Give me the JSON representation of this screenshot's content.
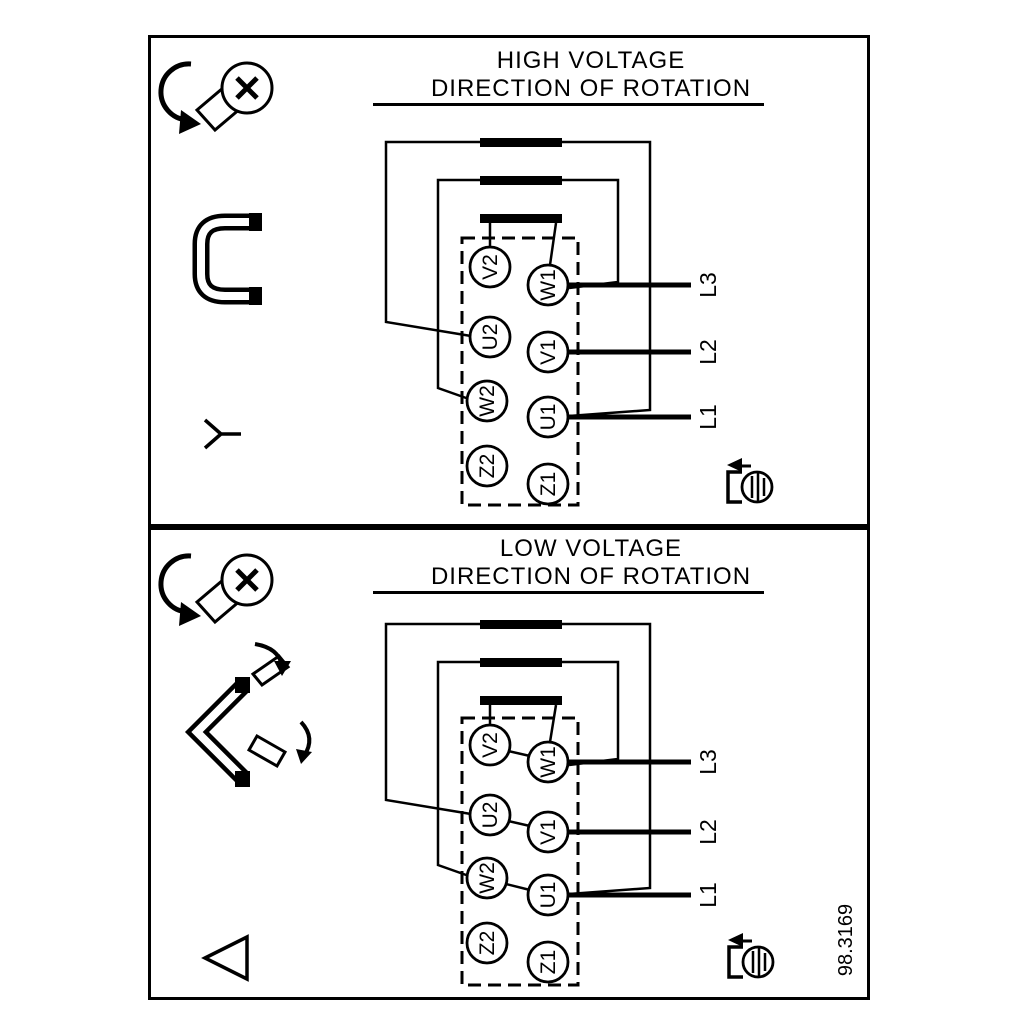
{
  "ref_number": "98.3169",
  "panels": [
    {
      "id": "high-voltage",
      "title_line1": "HIGH VOLTAGE",
      "title_line2": "DIRECTION OF ROTATION",
      "connection": "star",
      "terminals": {
        "left": [
          "V2",
          "U2",
          "W2",
          "Z2"
        ],
        "right": [
          "W1",
          "V1",
          "U1",
          "Z1"
        ]
      },
      "lines": [
        "L3",
        "L2",
        "L1"
      ]
    },
    {
      "id": "low-voltage",
      "title_line1": "LOW VOLTAGE",
      "title_line2": "DIRECTION OF ROTATION",
      "connection": "delta",
      "terminals": {
        "left": [
          "V2",
          "U2",
          "W2",
          "Z2"
        ],
        "right": [
          "W1",
          "V1",
          "U1",
          "Z1"
        ]
      },
      "lines": [
        "L3",
        "L2",
        "L1"
      ]
    }
  ],
  "icons": {
    "screw": "screw-with-rotation-arrow",
    "jumper_bracket": "jumper-link-bracket",
    "star": "star-connection-symbol",
    "delta": "delta-connection-symbol",
    "jumper_reposition": "jumper-links-repositioned",
    "rotation_view": "rotation-viewing-direction"
  },
  "colors": {
    "ink": "#000000",
    "background": "#ffffff"
  }
}
